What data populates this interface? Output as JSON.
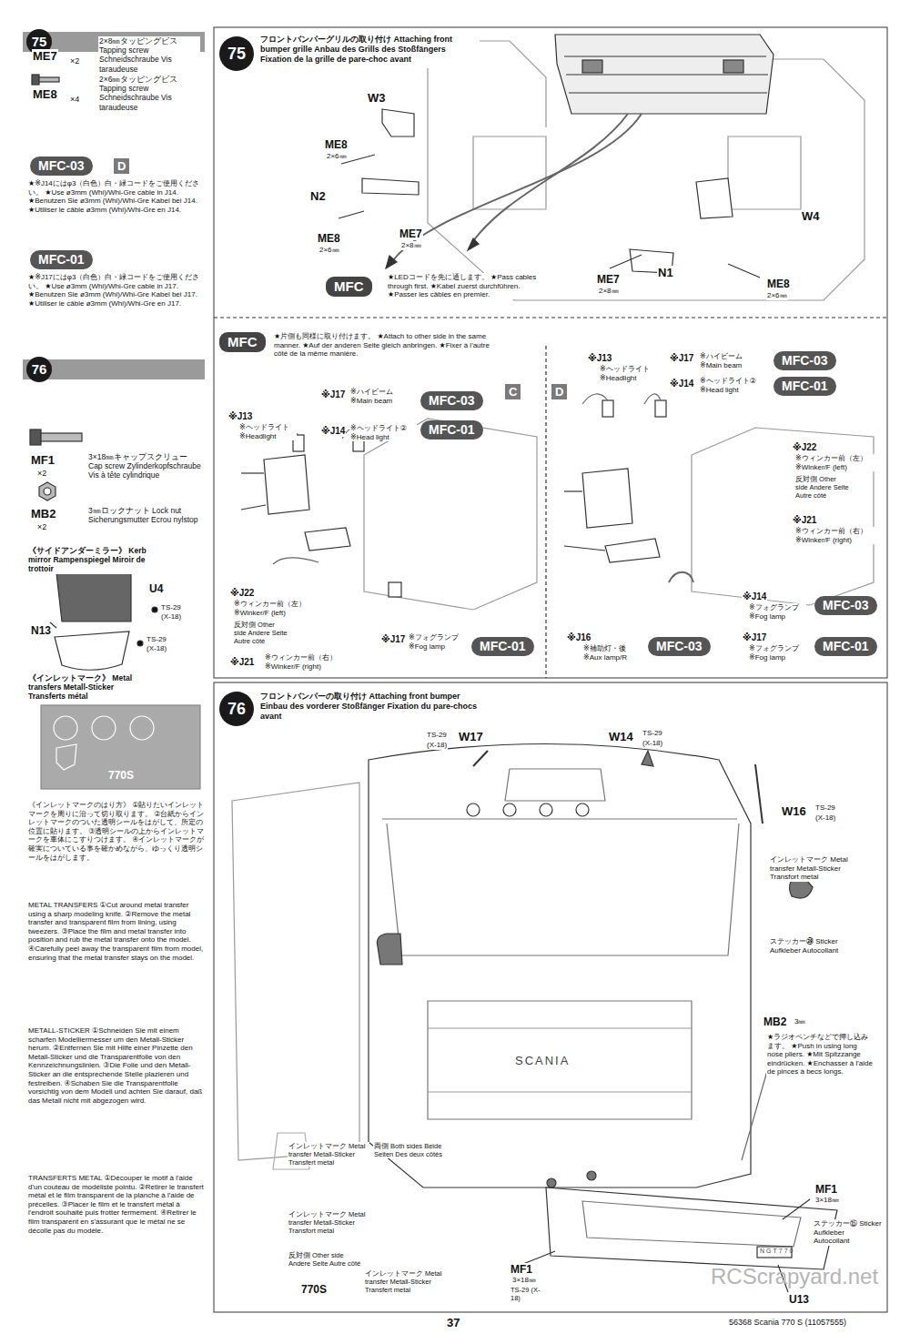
{
  "diagram": {
    "nodes": [
      {
        "text": [
          "75"
        ]
      },
      {
        "text": [
          "MFC-03"
        ]
      },
      {
        "text": [
          "D"
        ]
      },
      {
        "text": [
          "MFC-01"
        ]
      },
      {
        "text": [
          "76"
        ]
      },
      {
        "text": [
          "75"
        ]
      },
      {
        "text": [
          "MFC"
        ]
      },
      {
        "text": [
          "MFC"
        ]
      },
      {
        "text": [
          "C"
        ]
      },
      {
        "text": [
          "D"
        ]
      },
      {
        "text": [
          "MFC-03"
        ]
      },
      {
        "text": [
          "MFC-01"
        ]
      },
      {
        "text": [
          "MFC-01"
        ]
      },
      {
        "text": [
          "MFC-03"
        ]
      },
      {
        "text": [
          "MFC-01"
        ]
      },
      {
        "text": [
          "MFC-03"
        ]
      },
      {
        "text": [
          "MFC-03"
        ]
      },
      {
        "text": [
          "MFC-01"
        ]
      },
      {
        "text": [
          "76"
        ]
      }
    ],
    "labels": [
      "ME7",
      "×2",
      "2×8㎜タッピングビス Tapping screw Schneidschraube Vis taraudeuse",
      "ME8",
      "×4",
      "2×6㎜タッピングビス Tapping screw Schneidschraube Vis taraudeuse",
      "★※J14にはφ3（白色）白・緑コードをご使用ください。 ★Use ø3mm (Whi)/Whi-Gre cable in J14. ★Benutzen Sie ø3mm (Whi)/Whi-Gre Kabel bei J14. ★Utiliser le câble ø3mm (Whi)/Whi-Gre en J14.",
      "★※J17にはφ3（白色）白・緑コードをご使用ください。 ★Use ø3mm (Whi)/Whi-Gre cable in J17. ★Benutzen Sie ø3mm (Whi)/Whi-Gre Kabel bei J17. ★Utiliser le câble ø3mm (Whi)/Whi-Gre en J17.",
      "MF1",
      "×2",
      "3×18㎜キャップスクリュー Cap screw Zylinderkopfschraube Vis à tête cylindrique",
      "MB2",
      "×2",
      "3㎜ロックナット Lock nut Sicherungsmutter Ecrou nylstop",
      "《サイドアンダーミラー》 Kerb mirror Rampenspiegel Miroir de trottoir",
      "U4",
      "TS-29 (X-18)",
      "N13",
      "TS-29 (X-18)",
      "《インレットマーク》 Metal transfers Metall-Sticker Transferts métal",
      "770S",
      "《インレットマークのはり方》 ①貼りたいインレットマークを周りに沿って切り取ります。 ②台紙からインレットマークのついた透明シールをはがして、所定の位置に貼ります。 ③透明シールの上からインレットマークを車体にこすりつけます。 ④インレットマークが確実についている事を確かめながら、ゆっくり透明シールをはがします。",
      "METAL TRANSFERS ①Cut around metal transfer using a sharp modeling knife. ②Remove the metal transfer and transparent film from lining, using tweezers. ③Place the film and metal transfer into position and rub the metal transfer onto the model. ④Carefully peel away the transparent film from model, ensuring that the metal transfer stays on the model.",
      "METALL-STICKER ①Schneiden Sie mit einem scharfen Modelliermesser um den Metall-Sticker herum. ②Entfernen Sie mit Hilfe einer Pinzette den Metall-Sticker und die Transparentfolie von den Kennzeichnungslinien. ③Die Folie und den Metall-Sticker an die entsprechende Stelle plazieren und festreiben. ④Schaben Sie die Transparentfolie vorsichtig von dem Modell und achten Sie darauf, daß das Metall nicht mit abgezogen wird.",
      "TRANSFERTS METAL ①Découper le motif à l'aide d'un couteau de modéliste pointu. ②Retirer le transfert métal et le film transparent de la planche à l'aide de précelles. ③Placer le film et le transfert métal à l'endroit souhaité puis frotter fermement. ④Retirer le film transparent en s'assurant que le métal ne se décolle pas du modèle.",
      "フロントバンパーグリルの取り付け Attaching front bumper grille Anbau des Grills des Stoßfängers Fixation de la grille de pare-choc avant",
      "W3",
      "ME8",
      "2×6㎜",
      "N2",
      "ME8",
      "2×6㎜",
      "ME7",
      "2×8㎜",
      "★LEDコードを先に通します。 ★Pass cables through first. ★Kabel zuerst durchführen. ★Passer les câbles en premier.",
      "ME7",
      "2×8㎜",
      "N1",
      "W4",
      "ME8",
      "2×6㎜",
      "★片側も同様に取り付けます。 ★Attach to other side in the same manner. ★Auf der anderen Seite gleich anbringen. ★Fixer à l'autre côté de la même manière.",
      "※J13",
      "※ヘッドライト ※Headlight",
      "※J17",
      "※ハイビーム ※Main beam",
      "※J14",
      "※ヘッドライト② ※Head light",
      "※J22",
      "※ウィンカー前（左） ※Winker/F (left)",
      "反対側 Other side Andere Seite Autre côté",
      "※J21",
      "※ウィンカー前（右） ※Winker/F (right)",
      "※J17",
      "※フォグランプ ※Fog lamp",
      "※J13",
      "※ヘッドライト ※Headlight",
      "※J17",
      "※ハイビーム ※Main beam",
      "※J14",
      "※ヘッドライト② ※Head light",
      "※J22",
      "※ウィンカー前（左） ※Winker/F (left)",
      "反対側 Other side Andere Seite Autre côté",
      "※J21",
      "※ウィンカー前（右） ※Winker/F (right)",
      "※J14",
      "※フォグランプ ※Fog lamp",
      "※J16",
      "※補助灯・後 ※Aux lamp/R",
      "※J17",
      "※フォグランプ ※Fog lamp",
      "フロントバンパーの取り付け Attaching front bumper Einbau des vorderer Stoßfänger Fixation du pare-chocs avant",
      "TS-29",
      "(X-18)",
      "W17",
      "W14",
      "TS-29",
      "(X-18)",
      "W16",
      "TS-29",
      "(X-18)",
      "インレットマーク Metal transfer Metall-Sticker Transfort metal",
      "ステッカー㊴ Sticker Aufkleber Autocollant",
      "MB2",
      "3㎜",
      "★ラジオペンチなどで押し込みます。 ★Push in using long nose pliers. ★Mit Spitzzange eindrücken. ★Enchasser à l'aide de pinces à becs longs.",
      "SCANIA",
      "インレットマーク Metal transfer Metall-Sticker Transfert metal",
      "両側 Both sides Beide Seiten Des deux côtés",
      "インレットマーク Metal transfer Metall-Sticker Transfort metal",
      "反対側 Other side Andere Seite Autre côté",
      "770S",
      "インレットマーク Metal transfer Metall-Sticker Transfert metal",
      "MF1",
      "3×18㎜",
      "TS-29 (X-18)",
      "MF1",
      "3×18㎜",
      "ステッカー⑮ Sticker Aufkleber Autocollant",
      "NGT770",
      "U13",
      "RCScrapyard.net",
      "37",
      "56368 Scania 770 S (11057555)"
    ]
  }
}
